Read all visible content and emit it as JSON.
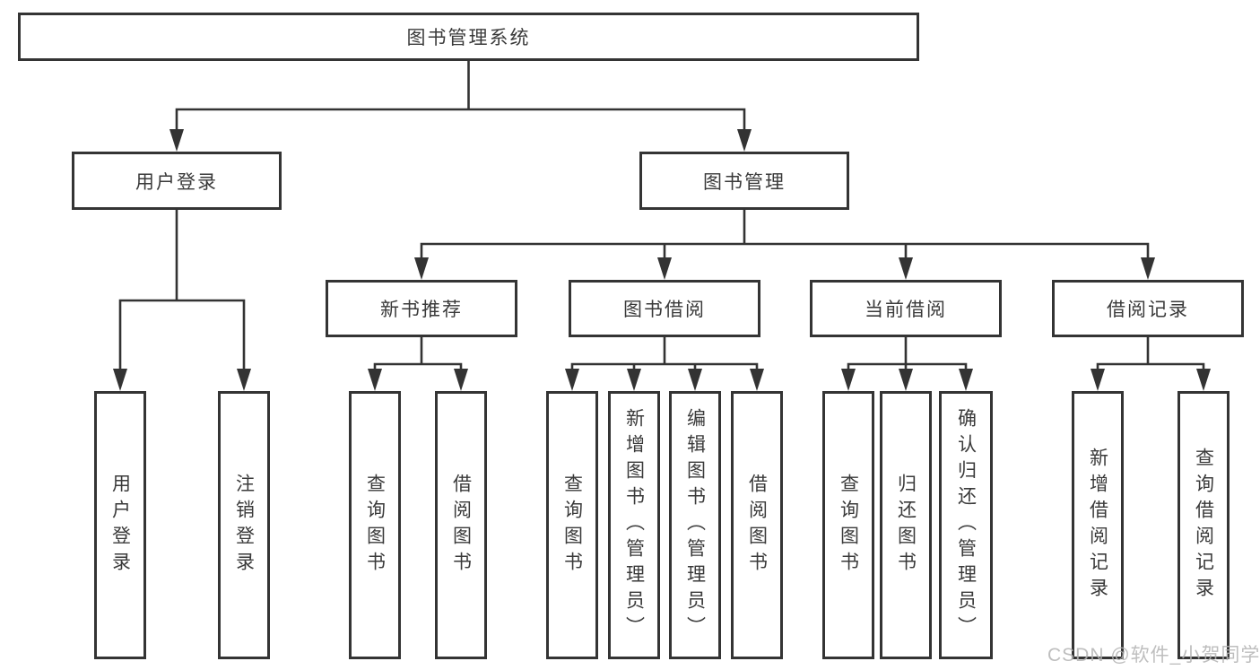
{
  "diagram": {
    "root": {
      "label": "图书管理系统"
    },
    "branches": [
      {
        "label": "用户登录",
        "children": [
          "用户登录",
          "注销登录"
        ]
      },
      {
        "label": "图书管理"
      }
    ],
    "modules": [
      {
        "label": "新书推荐",
        "children": [
          "查询图书",
          "借阅图书"
        ]
      },
      {
        "label": "图书借阅",
        "children": [
          "查询图书",
          "新增图书（管理员）",
          "编辑图书（管理员）",
          "借阅图书"
        ]
      },
      {
        "label": "当前借阅",
        "children": [
          "查询图书",
          "归还图书",
          "确认归还（管理员）"
        ]
      },
      {
        "label": "借阅记录",
        "children": [
          "新增借阅记录",
          "查询借阅记录"
        ]
      }
    ]
  },
  "watermark": {
    "text": "CSDN @软件_小贺同学"
  },
  "colors": {
    "line": "#333333",
    "border": "#343434",
    "text": "#3a3a3a",
    "background": "#ffffff",
    "watermark": "#b3b3b3"
  }
}
